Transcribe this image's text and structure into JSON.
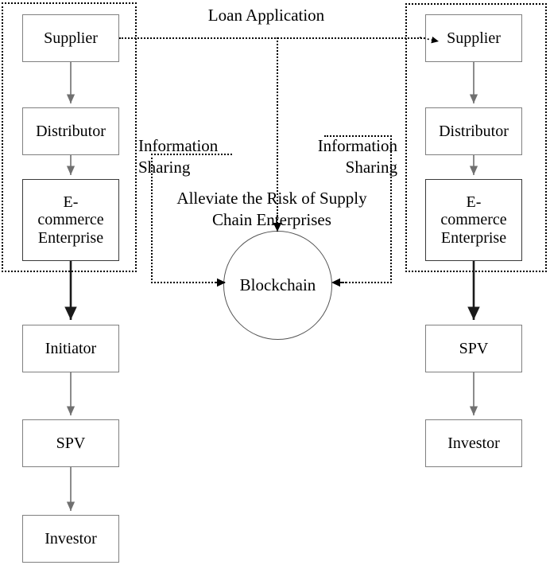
{
  "diagram": {
    "title_label": "Loan Application",
    "center_note": "Alleviate the Risk of Supply\nChain Enterprises",
    "info_sharing_left": "Information\nSharing",
    "info_sharing_right": "Information\nSharing",
    "blockchain_label": "Blockchain",
    "colors": {
      "box_border": "#808080",
      "box_border_strong": "#3a3a3a",
      "dotted_border": "#000000",
      "arrow_solid": "#707070",
      "arrow_solid_strong": "#1a1a1a",
      "circle_border": "#555555",
      "background": "#ffffff",
      "text": "#000000"
    },
    "left_chain": {
      "group_name": "supply-chain-group-left",
      "nodes": [
        {
          "id": "supplier",
          "label": "Supplier"
        },
        {
          "id": "distributor",
          "label": "Distributor"
        },
        {
          "id": "ecommerce",
          "label": "E-\ncommerce\nEnterprise"
        },
        {
          "id": "initiator",
          "label": "Initiator"
        },
        {
          "id": "spv",
          "label": "SPV"
        },
        {
          "id": "investor",
          "label": "Investor"
        }
      ]
    },
    "right_chain": {
      "group_name": "supply-chain-group-right",
      "nodes": [
        {
          "id": "supplier",
          "label": "Supplier"
        },
        {
          "id": "distributor",
          "label": "Distributor"
        },
        {
          "id": "ecommerce",
          "label": "E-\ncommerce\nEnterprise"
        },
        {
          "id": "spv",
          "label": "SPV"
        },
        {
          "id": "investor",
          "label": "Investor"
        }
      ]
    },
    "icons": {
      "arrow_head": "arrow-head-icon",
      "dotted_connector": "dotted-connector-icon"
    }
  }
}
